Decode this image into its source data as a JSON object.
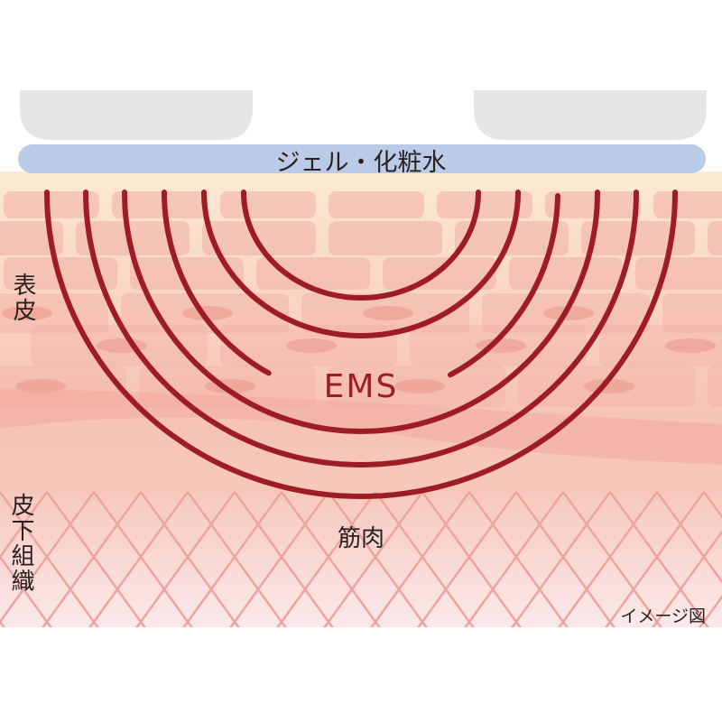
{
  "labels": {
    "gel": "ジェル・化粧水",
    "epidermis": "表皮",
    "ems": "EMS",
    "muscle": "筋肉",
    "subcutaneous": "皮下組織",
    "image_note": "イメージ図"
  },
  "colors": {
    "electrode": "#e6e6e6",
    "gel_band": "#b9cbe6",
    "wave": "#9e1c24",
    "epidermis_top": "#fbe9d6",
    "cell": "#f2b2a6",
    "mesh": "#eea49c"
  }
}
